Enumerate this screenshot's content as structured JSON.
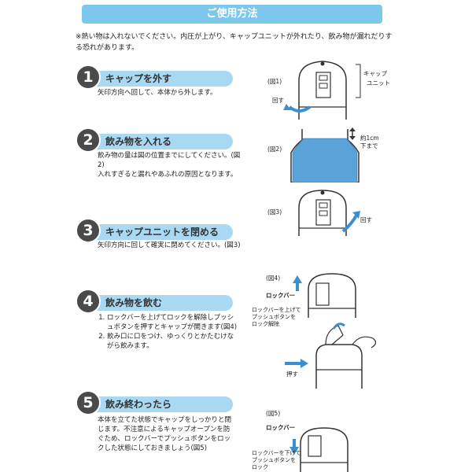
{
  "header": {
    "title": "ご使用方法"
  },
  "note": {
    "text": "※熱い物は入れないでください。内圧が上がり、キャップユニットが外れたり、飲み物が漏れだりする恐れがあります。"
  },
  "steps": [
    {
      "num": "1",
      "title": "キャップを外す",
      "desc": "矢印方向へ回して、本体から外します。"
    },
    {
      "num": "2",
      "title": "飲み物を入れる",
      "desc_lines": [
        "飲み物の量は図の位置までにしてください。(図2)",
        "入れすぎると漏れやあふれの原因となります。"
      ]
    },
    {
      "num": "3",
      "title": "キャップユニットを閉める",
      "desc": "矢印方向に回して確実に閉めてください。(図3)"
    },
    {
      "num": "4",
      "title": "飲み物を飲む",
      "items": [
        "ロックバーを上げてロックを解除しプッシュボタンを押すとキャップが開きます(図4)",
        "飲み口に口をつけ、ゆっくりとかたむけながら飲みます。"
      ]
    },
    {
      "num": "5",
      "title": "飲み終わったら",
      "desc": "本体を立てた状態でキャップをしっかりと閉じます。不注意によるキャップオープンを防ぐため、ロックバーでプッシュボタンをロックした状態にしておきましょう(図5)"
    }
  ],
  "figures": {
    "fig1": {
      "label": "(図1)",
      "cap_label_1": "キャップ",
      "cap_label_2": "ユニット",
      "turn_label": "回す"
    },
    "fig2": {
      "label": "(図2)",
      "level_1": "約1cm",
      "level_2": "下まで"
    },
    "fig3": {
      "label": "(図3)",
      "turn_label": "回す"
    },
    "fig4": {
      "label": "(図4)",
      "lockbar": "ロックバー",
      "note_1": "ロックバーを上げて",
      "note_2": "プッシュボタンを",
      "note_3": "ロック解除",
      "push": "押す"
    },
    "fig5": {
      "label": "(図5)",
      "lockbar": "ロックバー",
      "note_1": "ロックバーを下げて",
      "note_2": "プッシュボタンを",
      "note_3": "ロック"
    }
  },
  "colors": {
    "header": "#7cc7ec",
    "step_bar": "#a9d8f2",
    "number_circle": "#4a4a4a",
    "water": "#5aa3d8",
    "arrow": "#3a8fd0"
  }
}
